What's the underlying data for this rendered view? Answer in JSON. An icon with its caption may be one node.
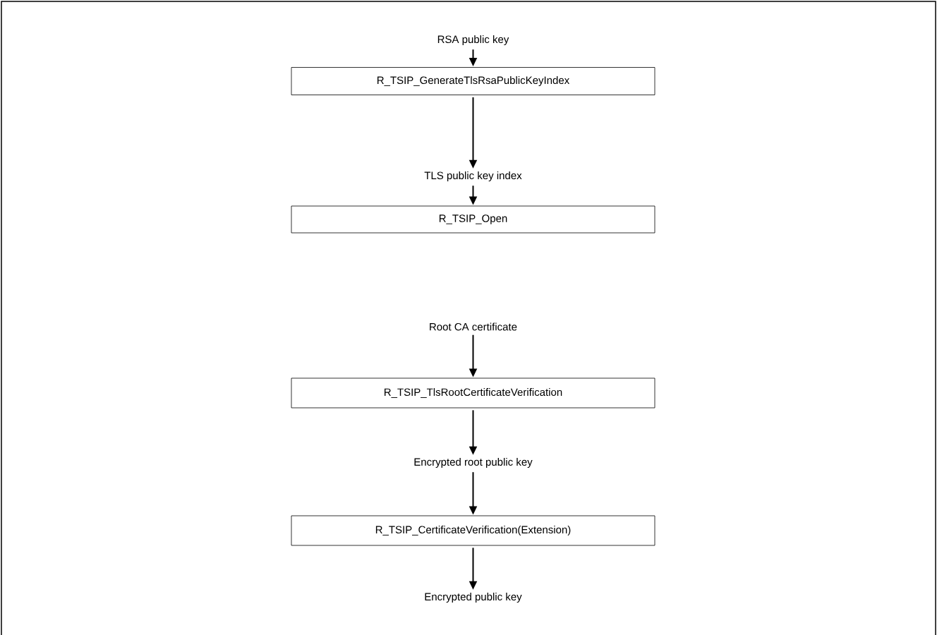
{
  "diagram": {
    "nodes": [
      {
        "text": [
          "RSA public key"
        ]
      },
      {
        "text": [
          "R_TSIP_GenerateTlsRsaPublicKeyIndex"
        ]
      },
      {
        "text": [
          "TLS public key index"
        ]
      },
      {
        "text": [
          "R_TSIP_Open"
        ]
      },
      {
        "text": [
          "Root CA certificate"
        ]
      },
      {
        "text": [
          "R_TSIP_TlsRootCertificateVerification"
        ]
      },
      {
        "text": [
          "Encrypted root public key"
        ]
      },
      {
        "text": [
          "R_TSIP_CertificateVerification(Extension)"
        ]
      },
      {
        "text": [
          "Encrypted public key"
        ]
      }
    ],
    "edges": [
      {
        "from": 0,
        "to": 1,
        "arrow": "to"
      },
      {
        "from": 1,
        "to": 2,
        "arrow": "to"
      },
      {
        "from": 2,
        "to": 3,
        "arrow": "to"
      },
      {
        "from": 4,
        "to": 5,
        "arrow": "to"
      },
      {
        "from": 5,
        "to": 6,
        "arrow": "to"
      },
      {
        "from": 6,
        "to": 7,
        "arrow": "to"
      },
      {
        "from": 7,
        "to": 8,
        "arrow": "to"
      }
    ]
  }
}
